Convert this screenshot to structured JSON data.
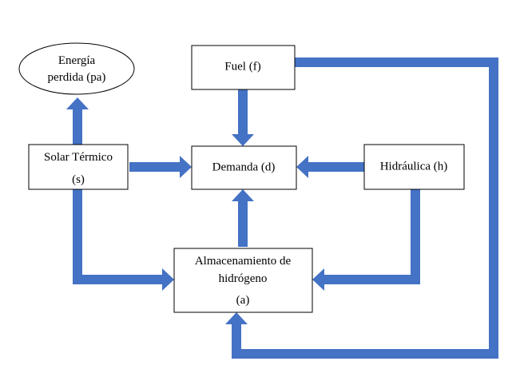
{
  "colors": {
    "arrow": "#4472C4",
    "box_border": "#000000",
    "box_fill": "#FFFFFF"
  },
  "nodes": {
    "energia_perdida": {
      "line1": "Energía",
      "line2": "perdida (pa)"
    },
    "fuel": {
      "label": "Fuel (f)"
    },
    "solar_termico": {
      "line1": "Solar Térmico",
      "line2": "(s)"
    },
    "demanda": {
      "label": "Demanda (d)"
    },
    "hidraulica": {
      "label": "Hidráulica (h)"
    },
    "almacenamiento": {
      "line1": "Almacenamiento de",
      "line2": "hidrógeno",
      "line3": "(a)"
    }
  },
  "edges": [
    {
      "from": "solar_termico",
      "to": "energia_perdida"
    },
    {
      "from": "solar_termico",
      "to": "demanda"
    },
    {
      "from": "solar_termico",
      "to": "almacenamiento"
    },
    {
      "from": "fuel",
      "to": "demanda"
    },
    {
      "from": "fuel",
      "to": "almacenamiento"
    },
    {
      "from": "hidraulica",
      "to": "demanda"
    },
    {
      "from": "hidraulica",
      "to": "almacenamiento"
    },
    {
      "from": "almacenamiento",
      "to": "demanda"
    }
  ]
}
